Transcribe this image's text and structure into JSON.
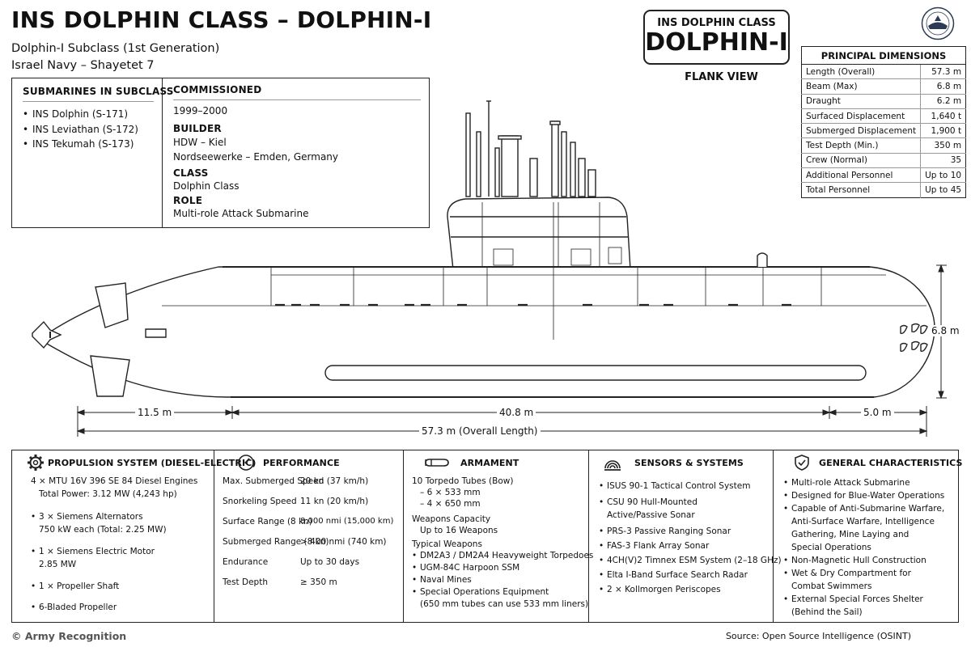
{
  "header": {
    "title": "INS DOLPHIN CLASS – DOLPHIN-I",
    "subtitle1": "Dolphin-I Subclass (1st Generation)",
    "subtitle2": "Israel Navy – Shayetet 7"
  },
  "badge": {
    "class_label": "INS DOLPHIN CLASS",
    "name": "DOLPHIN-I",
    "view_label": "FLANK VIEW"
  },
  "info": {
    "subs_heading": "SUBMARINES IN SUBCLASS",
    "subs": [
      "INS Dolphin (S-171)",
      "INS Leviathan (S-172)",
      "INS Tekumah (S-173)"
    ],
    "commissioned_heading": "COMMISSIONED",
    "commissioned": "1999–2000",
    "builder_heading": "BUILDER",
    "builder_1": "HDW – Kiel",
    "builder_2": "Nordseewerke – Emden, Germany",
    "class_heading": "CLASS",
    "class_value": "Dolphin Class",
    "role_heading": "ROLE",
    "role_value": "Multi-role Attack Submarine"
  },
  "dimensions": {
    "heading": "PRINCIPAL DIMENSIONS",
    "rows": [
      {
        "label": "Length (Overall)",
        "value": "57.3 m"
      },
      {
        "label": "Beam (Max)",
        "value": "6.8 m"
      },
      {
        "label": "Draught",
        "value": "6.2 m"
      },
      {
        "label": "Surfaced Displacement",
        "value": "1,640 t"
      },
      {
        "label": "Submerged Displacement",
        "value": "1,900 t"
      },
      {
        "label": "Test Depth (Min.)",
        "value": "350 m"
      },
      {
        "label": "Crew (Normal)",
        "value": "35"
      },
      {
        "label": "Additional Personnel",
        "value": "Up to 10"
      },
      {
        "label": "Total Personnel",
        "value": "Up to 45"
      }
    ]
  },
  "drawing": {
    "dim_stern": "11.5 m",
    "dim_mid": "40.8 m",
    "dim_bow": "5.0 m",
    "dim_overall": "57.3 m (Overall Length)",
    "dim_height": "6.8 m"
  },
  "propulsion": {
    "heading": "PROPULSION SYSTEM (DIESEL-ELECTRIC)",
    "l1": "4 × MTU 16V 396 SE 84 Diesel Engines",
    "l2": "Total Power: 3.12 MW (4,243 hp)",
    "l3": "3 × Siemens Alternators",
    "l4": "750 kW each (Total: 2.25 MW)",
    "l5": "1 × Siemens Electric Motor",
    "l6": "2.85 MW",
    "l7": "1 × Propeller Shaft",
    "l8": "6-Bladed Propeller"
  },
  "performance": {
    "heading": "PERFORMANCE",
    "rows": [
      {
        "k": "Max. Submerged Speed",
        "v": "20 kn (37 km/h)"
      },
      {
        "k": "Snorkeling Speed",
        "v": "11 kn (20 km/h)"
      },
      {
        "k": "Surface Range (8 kn)",
        "v": "8,000 nmi (15,000 km)"
      },
      {
        "k": "Submerged Range (8 kn)",
        "v": "> 400 nmi (740 km)"
      },
      {
        "k": "Endurance",
        "v": "Up to 30 days"
      },
      {
        "k": "Test Depth",
        "v": "≥ 350 m"
      }
    ]
  },
  "armament": {
    "heading": "ARMAMENT",
    "tubes": "10 Torpedo Tubes (Bow)",
    "tube_a": "– 6 × 533 mm",
    "tube_b": "– 4 × 650 mm",
    "cap_label": "Weapons Capacity",
    "cap_value": "Up to 16 Weapons",
    "typical": "Typical Weapons",
    "w1": "DM2A3 / DM2A4 Heavyweight Torpedoes",
    "w2": "UGM-84C Harpoon SSM",
    "w3": "Naval Mines",
    "w4": "Special Operations Equipment",
    "w4b": "(650 mm tubes can use 533 mm liners)"
  },
  "sensors": {
    "heading": "SENSORS & SYSTEMS",
    "s1": "ISUS 90-1 Tactical Control System",
    "s2a": "CSU 90 Hull-Mounted",
    "s2b": "Active/Passive Sonar",
    "s3": "PRS-3 Passive Ranging Sonar",
    "s4": "FAS-3 Flank Array Sonar",
    "s5": "4CH(V)2 Timnex ESM System (2–18 GHz)",
    "s6": "Elta I-Band Surface Search Radar",
    "s7": "2 × Kollmorgen Periscopes"
  },
  "general": {
    "heading": "GENERAL CHARACTERISTICS",
    "g1": "Multi-role Attack Submarine",
    "g2": "Designed for Blue-Water Operations",
    "g3a": "Capable of Anti-Submarine Warfare,",
    "g3b": "Anti-Surface Warfare, Intelligence",
    "g3c": "Gathering, Mine Laying and",
    "g3d": "Special Operations",
    "g4": "Non-Magnetic Hull Construction",
    "g5a": "Wet & Dry Compartment for",
    "g5b": "Combat Swimmers",
    "g6a": "External Special Forces Shelter",
    "g6b": "(Behind the Sail)"
  },
  "footer": {
    "credit": "© Army Recognition",
    "source": "Source: Open Source Intelligence (OSINT)"
  }
}
